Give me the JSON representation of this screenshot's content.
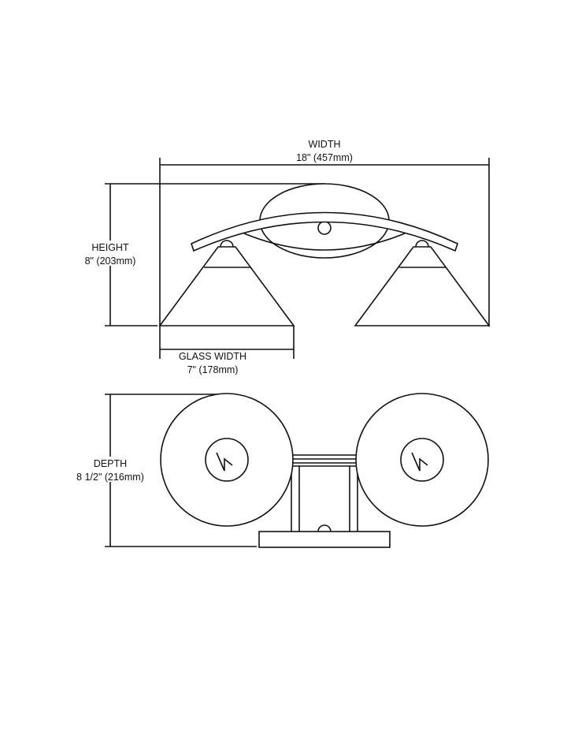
{
  "width": {
    "label": "WIDTH",
    "value": "18\" (457mm)"
  },
  "height": {
    "label": "HEIGHT",
    "value": "8\" (203mm)"
  },
  "glass_width": {
    "label": "GLASS WIDTH",
    "value": "7\" (178mm)"
  },
  "depth": {
    "label": "DEPTH",
    "value": "8 1/2\" (216mm)"
  },
  "colors": {
    "line": "#111111",
    "background": "#ffffff"
  }
}
